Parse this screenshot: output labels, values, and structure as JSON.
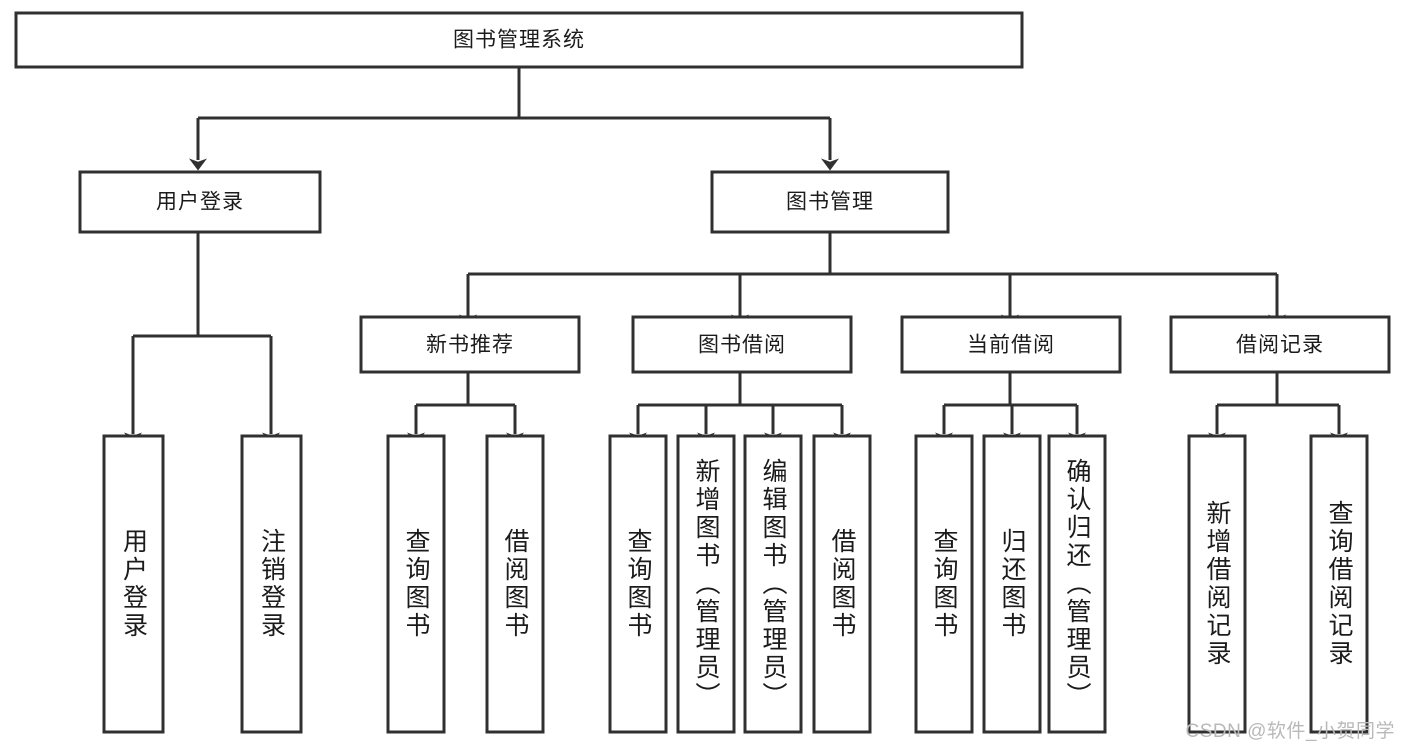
{
  "diagram": {
    "title": "图书管理系统",
    "type": "tree-hierarchy",
    "watermark": "CSDN @软件_小贺同学",
    "colors": {
      "stroke": "#303030",
      "fill": "#ffffff",
      "text": "#1b1b1b",
      "watermark": "#b9b9b9",
      "background": "#ffffff"
    },
    "root": {
      "label": "图书管理系统"
    },
    "level2": [
      {
        "id": "user-login",
        "label": "用户登录"
      },
      {
        "id": "book-manage",
        "label": "图书管理"
      }
    ],
    "level3": [
      {
        "id": "new-book-recommend",
        "label": "新书推荐",
        "parent": "book-manage"
      },
      {
        "id": "book-borrow",
        "label": "图书借阅",
        "parent": "book-manage"
      },
      {
        "id": "current-borrow",
        "label": "当前借阅",
        "parent": "book-manage"
      },
      {
        "id": "borrow-record",
        "label": "借阅记录",
        "parent": "book-manage"
      }
    ],
    "leaves": [
      {
        "id": "leaf-1",
        "label": "用户登录",
        "parent": "user-login"
      },
      {
        "id": "leaf-2",
        "label": "注销登录",
        "parent": "user-login"
      },
      {
        "id": "leaf-3",
        "label": "查询图书",
        "parent": "new-book-recommend"
      },
      {
        "id": "leaf-4",
        "label": "借阅图书",
        "parent": "new-book-recommend"
      },
      {
        "id": "leaf-5",
        "label": "查询图书",
        "parent": "book-borrow"
      },
      {
        "id": "leaf-6",
        "label": "新增图书（管理员）",
        "parent": "book-borrow"
      },
      {
        "id": "leaf-7",
        "label": "编辑图书（管理员）",
        "parent": "book-borrow"
      },
      {
        "id": "leaf-8",
        "label": "借阅图书",
        "parent": "book-borrow"
      },
      {
        "id": "leaf-9",
        "label": "查询图书",
        "parent": "current-borrow"
      },
      {
        "id": "leaf-10",
        "label": "归还图书",
        "parent": "current-borrow"
      },
      {
        "id": "leaf-11",
        "label": "确认归还（管理员）",
        "parent": "current-borrow"
      },
      {
        "id": "leaf-12",
        "label": "新增借阅记录",
        "parent": "borrow-record"
      },
      {
        "id": "leaf-13",
        "label": "查询借阅记录",
        "parent": "borrow-record"
      }
    ]
  }
}
